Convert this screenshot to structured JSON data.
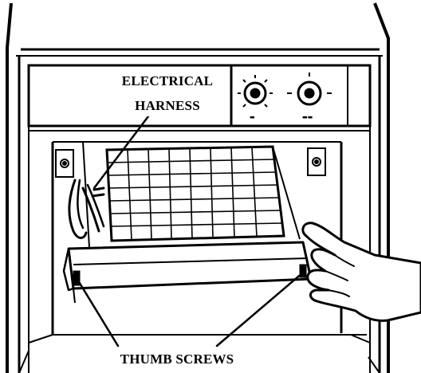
{
  "labels": {
    "electrical_line1": "ELECTRICAL",
    "electrical_line2": "HARNESS",
    "thumb_screws": "THUMB SCREWS"
  },
  "colors": {
    "ink": "#000000",
    "paper": "#ffffff"
  }
}
